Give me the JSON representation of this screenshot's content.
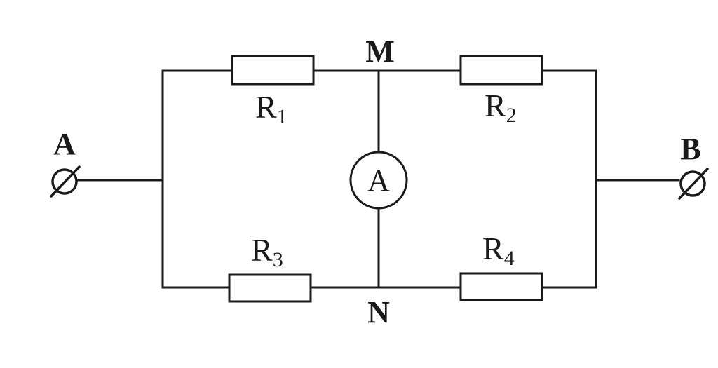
{
  "nodes": {
    "A": "A",
    "B": "B",
    "M": "M",
    "N": "N"
  },
  "resistors": [
    {
      "letter": "R",
      "index": "1"
    },
    {
      "letter": "R",
      "index": "2"
    },
    {
      "letter": "R",
      "index": "3"
    },
    {
      "letter": "R",
      "index": "4"
    }
  ],
  "ammeter": {
    "label": "A"
  },
  "colors": {
    "ink": "#1a1a1a",
    "background": "#ffffff"
  }
}
